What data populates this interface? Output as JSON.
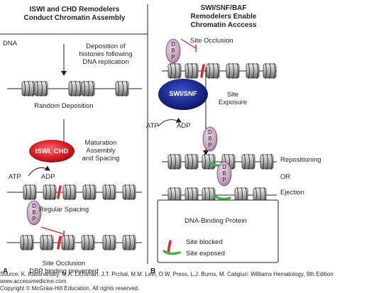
{
  "panel_a": {
    "title_line1": "ISWI and CHD Remodelers",
    "title_line2": "Conduct Chromatin Assembly",
    "dna_label": "DNA",
    "deposition_line1": "Deposition of",
    "deposition_line2": "histones following",
    "deposition_line3": "DNA replication",
    "random_deposition": "Random Deposition",
    "enzyme_label": "ISWI, CHD",
    "maturation_line1": "Maturation",
    "maturation_line2": "Assembly",
    "maturation_line3": "and Spacing",
    "atp": "ATP",
    "adp": "ADP",
    "regular_spacing": "Regular Spacing",
    "site_occlusion": "Site Occlusion",
    "dbp_prevented": "DBP binding prevented",
    "panel_letter": "A"
  },
  "panel_b": {
    "title_line1": "SWI/SNF/BAF",
    "title_line2": "Remodelers Enable",
    "title_line3": "Chromatin Acccess",
    "site_occlusion": "Site Occlusion",
    "enzyme_label": "SWI/SNF",
    "site_exposure_line1": "Site",
    "site_exposure_line2": "Exposure",
    "atp": "ATP",
    "adp": "ADP",
    "repositioning": "Repositioning",
    "or": "OR",
    "ejection": "Ejection",
    "panel_letter": "B"
  },
  "dbp_letters": [
    "D",
    "B",
    "P"
  ],
  "legend": {
    "dna_binding_protein": "DNA-Binding Protein",
    "site_blocked": "Site blocked",
    "site_exposed": "Site exposed"
  },
  "footer": {
    "source": "Source: K. Kaushansky, M.A. Lichtman, J.T. Prchal, M.M. Levi, O.W. Press, L.J. Burns, M. Caligiuri: Williams Hematology, 9th Edition",
    "url": "www.accessmedicine.com",
    "copyright": "Copyright © McGraw-Hill Education.  All rights reserved."
  },
  "colors": {
    "blocked_site": "#e3242b",
    "exposed_site": "#39b54a",
    "iswi_enzyme": "#d91f26",
    "swi_snf_enzyme": "#1d2a8c",
    "dbp_fill": "#c9a3c0",
    "nucleosome": "#9c9c9c"
  }
}
